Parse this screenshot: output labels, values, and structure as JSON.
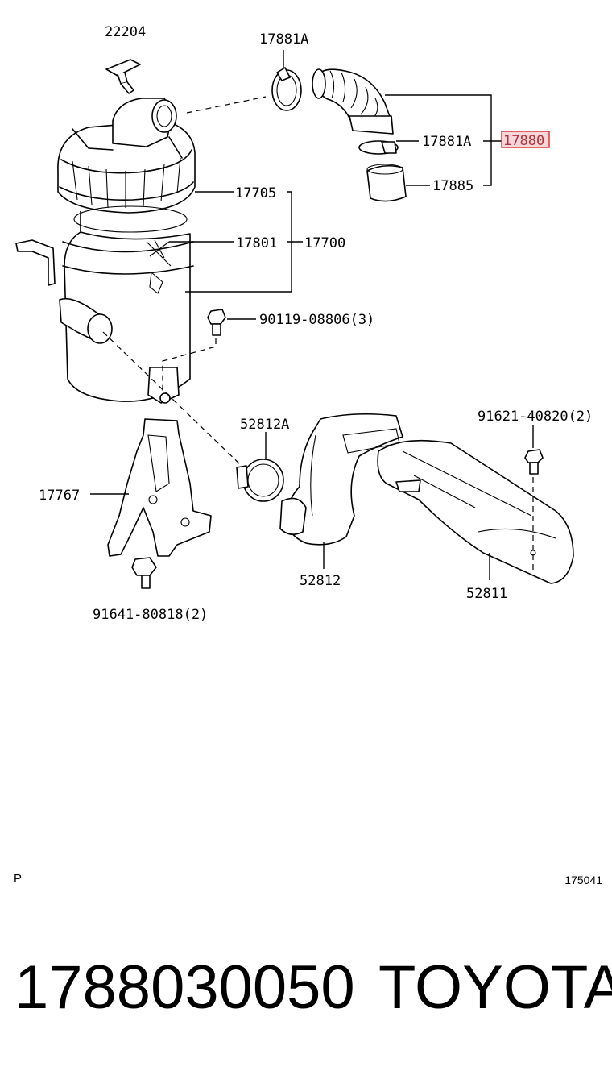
{
  "labels": {
    "p22204": "22204",
    "p17881A_top": "17881A",
    "p17881A_mid": "17881A",
    "p17880": "17880",
    "p17885": "17885",
    "p17705": "17705",
    "p17801": "17801",
    "p17700": "17700",
    "p90119": "90119-08806(3)",
    "p52812A": "52812A",
    "p91621": "91621-40820(2)",
    "p17767": "17767",
    "p52812": "52812",
    "p52811": "52811",
    "p91641": "91641-80818(2)"
  },
  "highlight_color": "#d9363e",
  "highlight_fill": "#f6d6d8",
  "corner": {
    "page_code": "P",
    "illustration_code": "175041"
  },
  "footer": {
    "part_number": "1788030050",
    "brand": "TOYOTA"
  }
}
